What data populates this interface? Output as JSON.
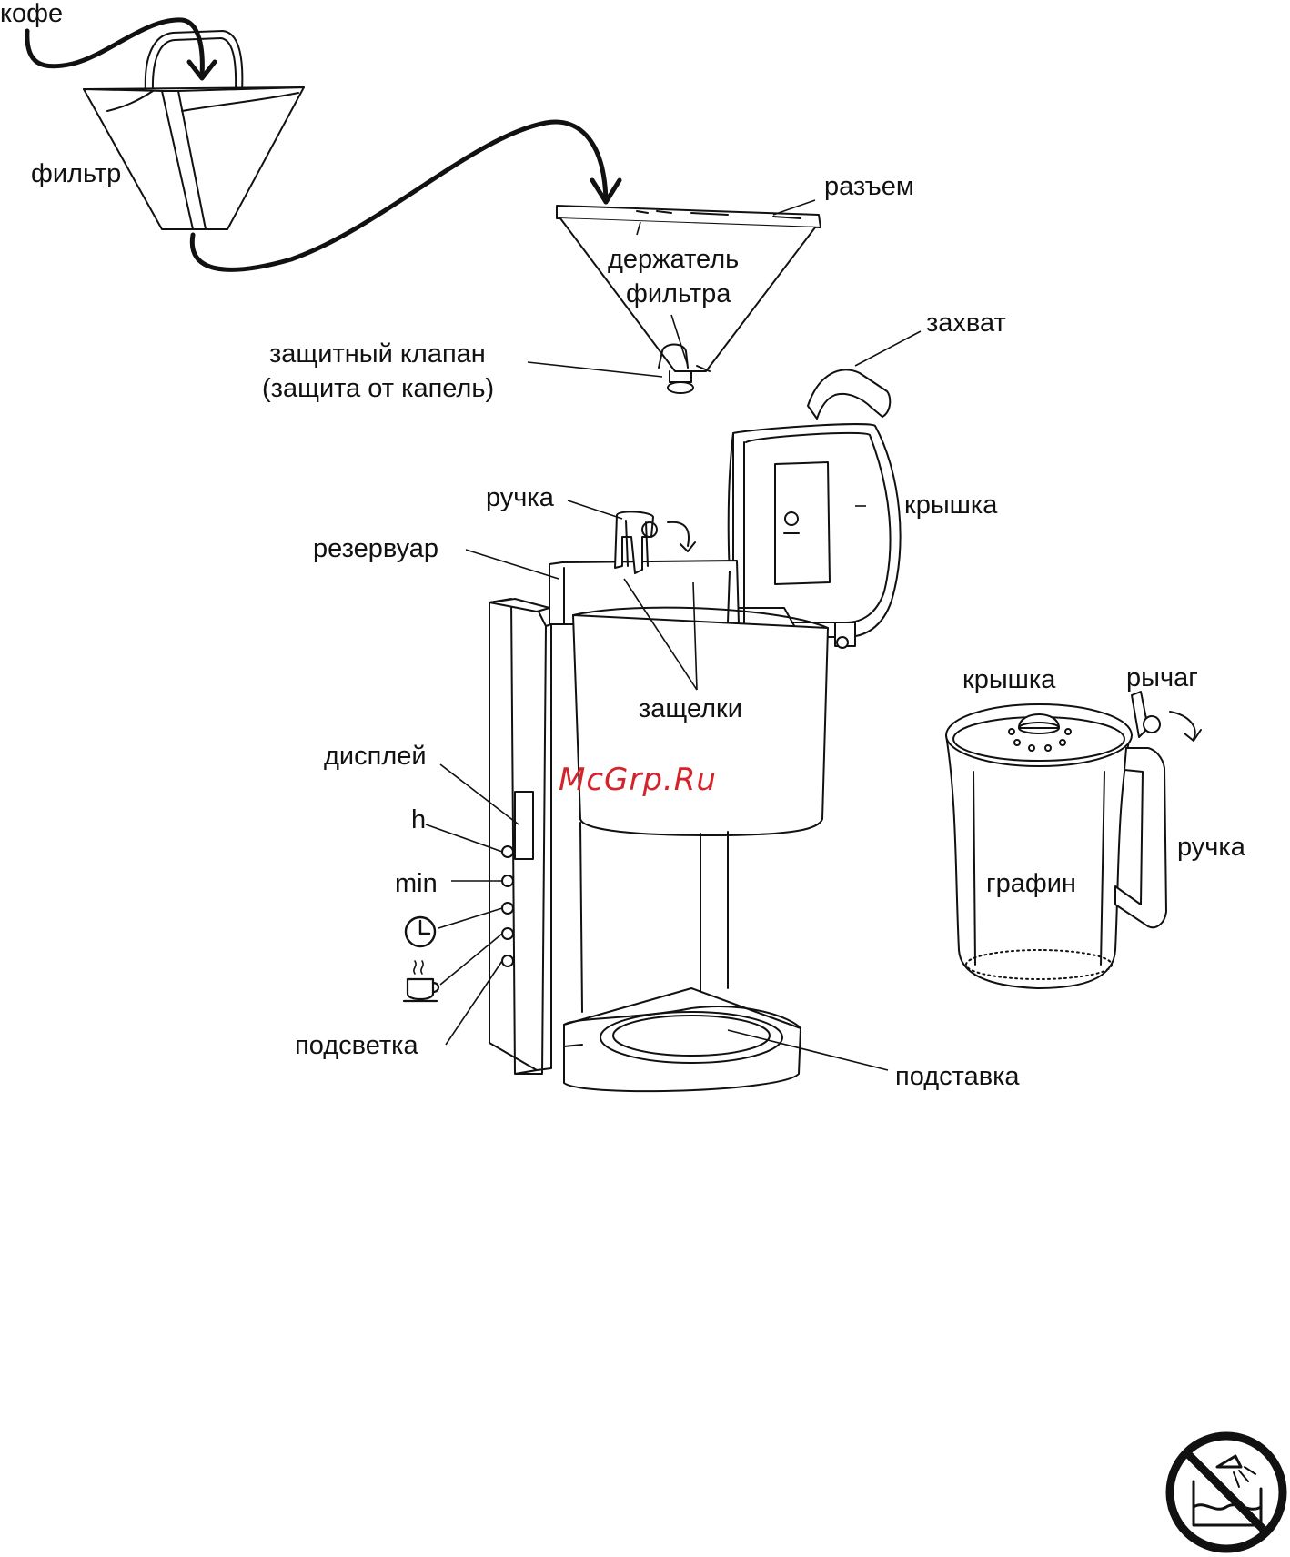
{
  "labels": {
    "coffee": "кофе",
    "filter": "фильтр",
    "connector": "разъем",
    "filter_holder_line1": "держатель",
    "filter_holder_line2": "фильтра",
    "safety_valve_line1": "защитный клапан",
    "safety_valve_line2": "(защита от капель)",
    "grip": "захват",
    "lid": "крышка",
    "handle": "ручка",
    "reservoir": "резервуар",
    "latches": "защелки",
    "display": "дисплей",
    "hours": "h",
    "minutes": "min",
    "backlight": "подсветка",
    "base": "подставка",
    "carafe_lid": "крышка",
    "lever": "рычаг",
    "carafe_handle": "ручка",
    "carafe": "графин"
  },
  "watermark": "McGrp.Ru",
  "colors": {
    "line": "#111111",
    "watermark": "#d3232b",
    "background": "#ffffff"
  },
  "icons": {
    "clock": "clock-icon",
    "cup": "cup-icon",
    "no_immersion": "no-immersion-icon"
  }
}
